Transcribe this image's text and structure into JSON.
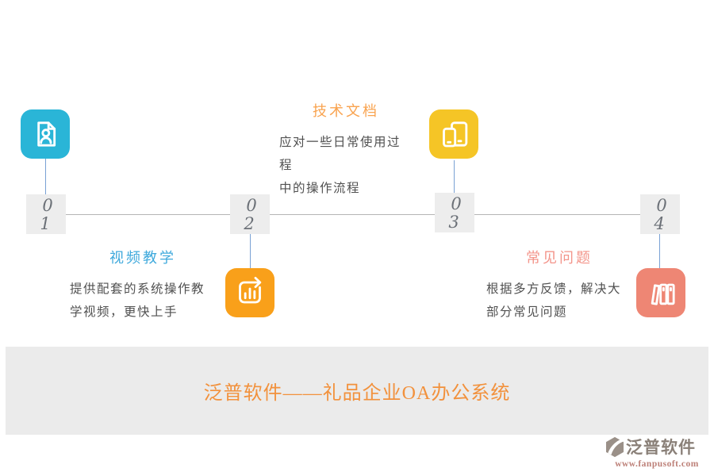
{
  "timeline": {
    "line_color": "#b5b5b5",
    "connector_color": "#79a1d4",
    "badge_bg": "#ededed",
    "badge_text_color": "#6b7077",
    "badges": [
      {
        "line1": "0",
        "line2": "1"
      },
      {
        "line1": "0",
        "line2": "2"
      },
      {
        "line1": "0",
        "line2": "3"
      },
      {
        "line1": "0",
        "line2": "4"
      }
    ]
  },
  "steps": [
    {
      "icon": "resume-document-icon",
      "color": "#2ab5d7"
    },
    {
      "icon": "chart-arrow-icon",
      "color": "#f9a01a"
    },
    {
      "icon": "devices-icon",
      "color": "#f5c526"
    },
    {
      "icon": "bookshelf-icon",
      "color": "#ee8674"
    }
  ],
  "sections": {
    "video": {
      "title": "视频教学",
      "title_color": "#3fa9dc",
      "line1": "提供配套的系统操作教",
      "line2": "学视频，更快上手"
    },
    "docs": {
      "title": "技术文档",
      "title_color": "#f9a34f",
      "line1": "应对一些日常使用过程",
      "line2": "中的操作流程"
    },
    "faq": {
      "title": "常见问题",
      "title_color": "#f3948a",
      "line1": "根据多方反馈，解决大",
      "line2": "部分常见问题"
    }
  },
  "banner": {
    "text": "泛普软件——礼品企业OA办公系统",
    "text_color": "#f2913c",
    "bg": "#ebebeb"
  },
  "footer": {
    "brand": "泛普软件",
    "brand_color": "#8a8078",
    "url": "www.fanpusoft.com",
    "url_color": "#bd8078",
    "mark_color": "#9a9088"
  }
}
